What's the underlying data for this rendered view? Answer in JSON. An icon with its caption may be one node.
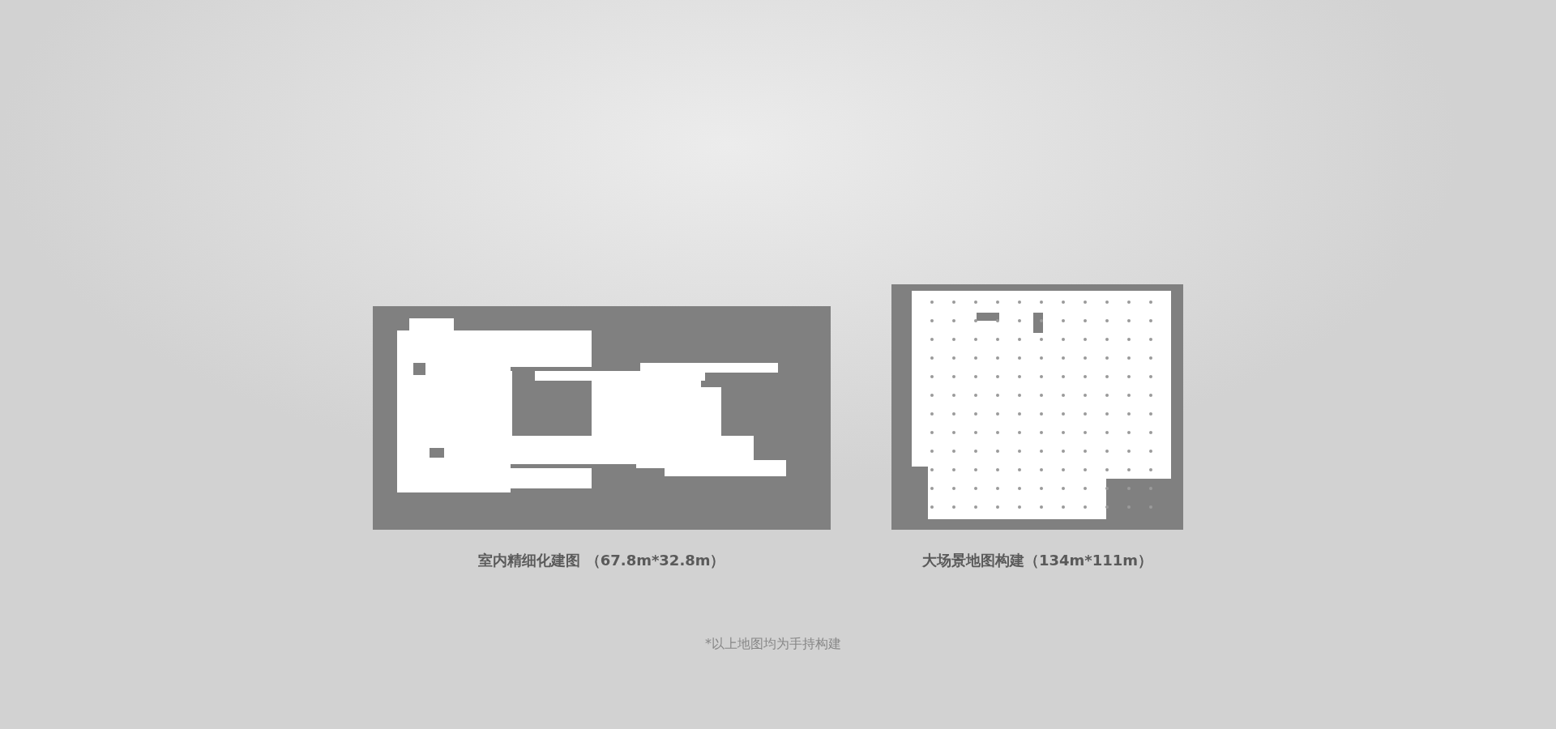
{
  "diagram": {
    "nodes": [
      {
        "text": [],
        "shape": "picture",
        "beside": [
          "室内精细化建图 （67.8m*32.8m）"
        ]
      },
      {
        "text": [],
        "shape": "picture",
        "beside": [
          "大场景地图构建（134m*111m）"
        ]
      }
    ],
    "labels": [
      "*以上地图均为手持构建"
    ]
  }
}
